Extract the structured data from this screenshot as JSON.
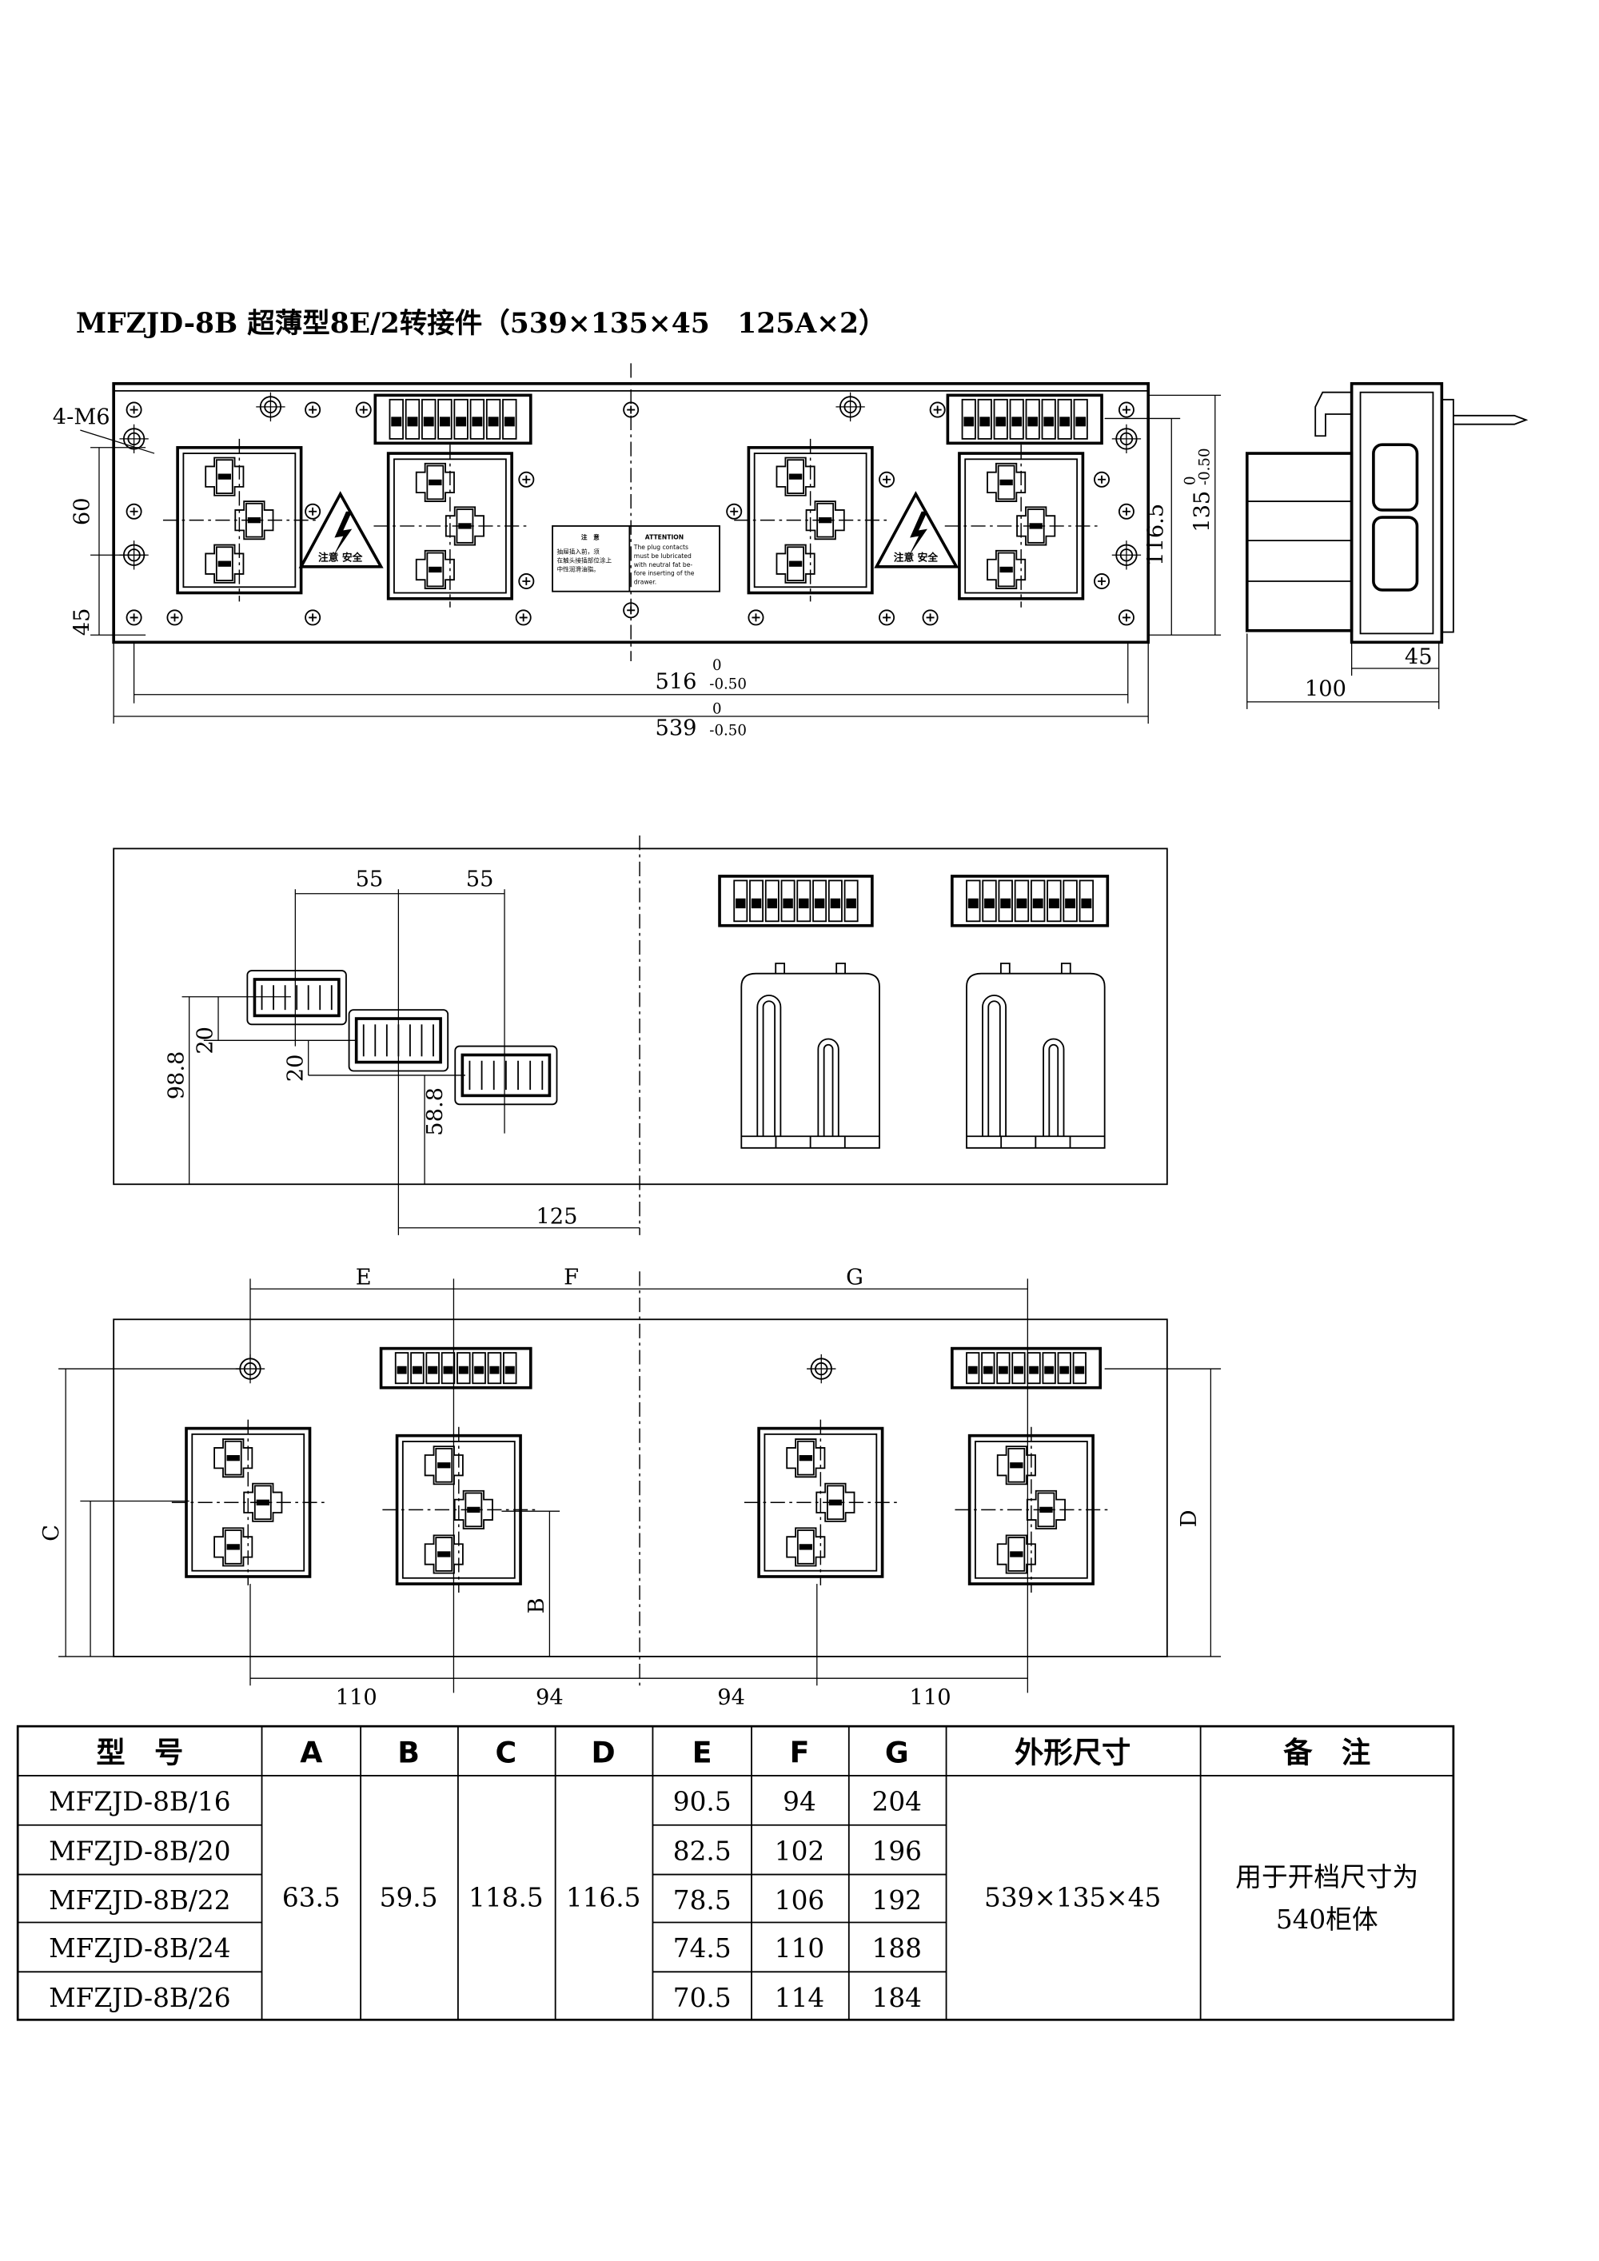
{
  "title": "MFZJD-8B 超薄型8E/2转接件（539×135×45　125A×2）",
  "front_view": {
    "mount_label": "4-M6",
    "dim_60": "60",
    "dim_45": "45",
    "dim_116_5": "116.5",
    "dim_135": "135",
    "dim_516": "516",
    "dim_539": "539",
    "tol_upper": "0",
    "tol_lower": "-0.50",
    "warning_label": "注意 安全",
    "notice": {
      "zh_title": "注　意",
      "zh_lines": [
        "抽屉插入前，须",
        "在触头接插部位涂上",
        "中性润滑油脂。"
      ],
      "en_title": "ATTENTION",
      "en_lines": [
        "The plug contacts",
        "must be lubricated",
        "with neutral fat be-",
        "fore inserting of the",
        "drawer."
      ]
    }
  },
  "side_view": {
    "dim_45": "45",
    "dim_100": "100"
  },
  "layout_view": {
    "dim_55a": "55",
    "dim_55b": "55",
    "dim_98_8": "98.8",
    "dim_20a": "20",
    "dim_20b": "20",
    "dim_58_8": "58.8",
    "dim_125": "125"
  },
  "bottom_view": {
    "label_e": "E",
    "label_f": "F",
    "label_g": "G",
    "label_c": "C",
    "label_d": "D",
    "label_b": "B",
    "dims": [
      "110",
      "94",
      "94",
      "110"
    ]
  },
  "table": {
    "headers": [
      "型　号",
      "A",
      "B",
      "C",
      "D",
      "E",
      "F",
      "G",
      "外形尺寸",
      "备　注"
    ],
    "common": {
      "A": "63.5",
      "B": "59.5",
      "C": "118.5",
      "D": "116.5",
      "size": "539×135×45",
      "remark": [
        "用于开档尺寸为",
        "540柜体"
      ]
    },
    "rows": [
      {
        "model": "MFZJD-8B/16",
        "E": "90.5",
        "F": "94",
        "G": "204"
      },
      {
        "model": "MFZJD-8B/20",
        "E": "82.5",
        "F": "102",
        "G": "196"
      },
      {
        "model": "MFZJD-8B/22",
        "E": "78.5",
        "F": "106",
        "G": "192"
      },
      {
        "model": "MFZJD-8B/24",
        "E": "74.5",
        "F": "110",
        "G": "188"
      },
      {
        "model": "MFZJD-8B/26",
        "E": "70.5",
        "F": "114",
        "G": "184"
      }
    ]
  }
}
